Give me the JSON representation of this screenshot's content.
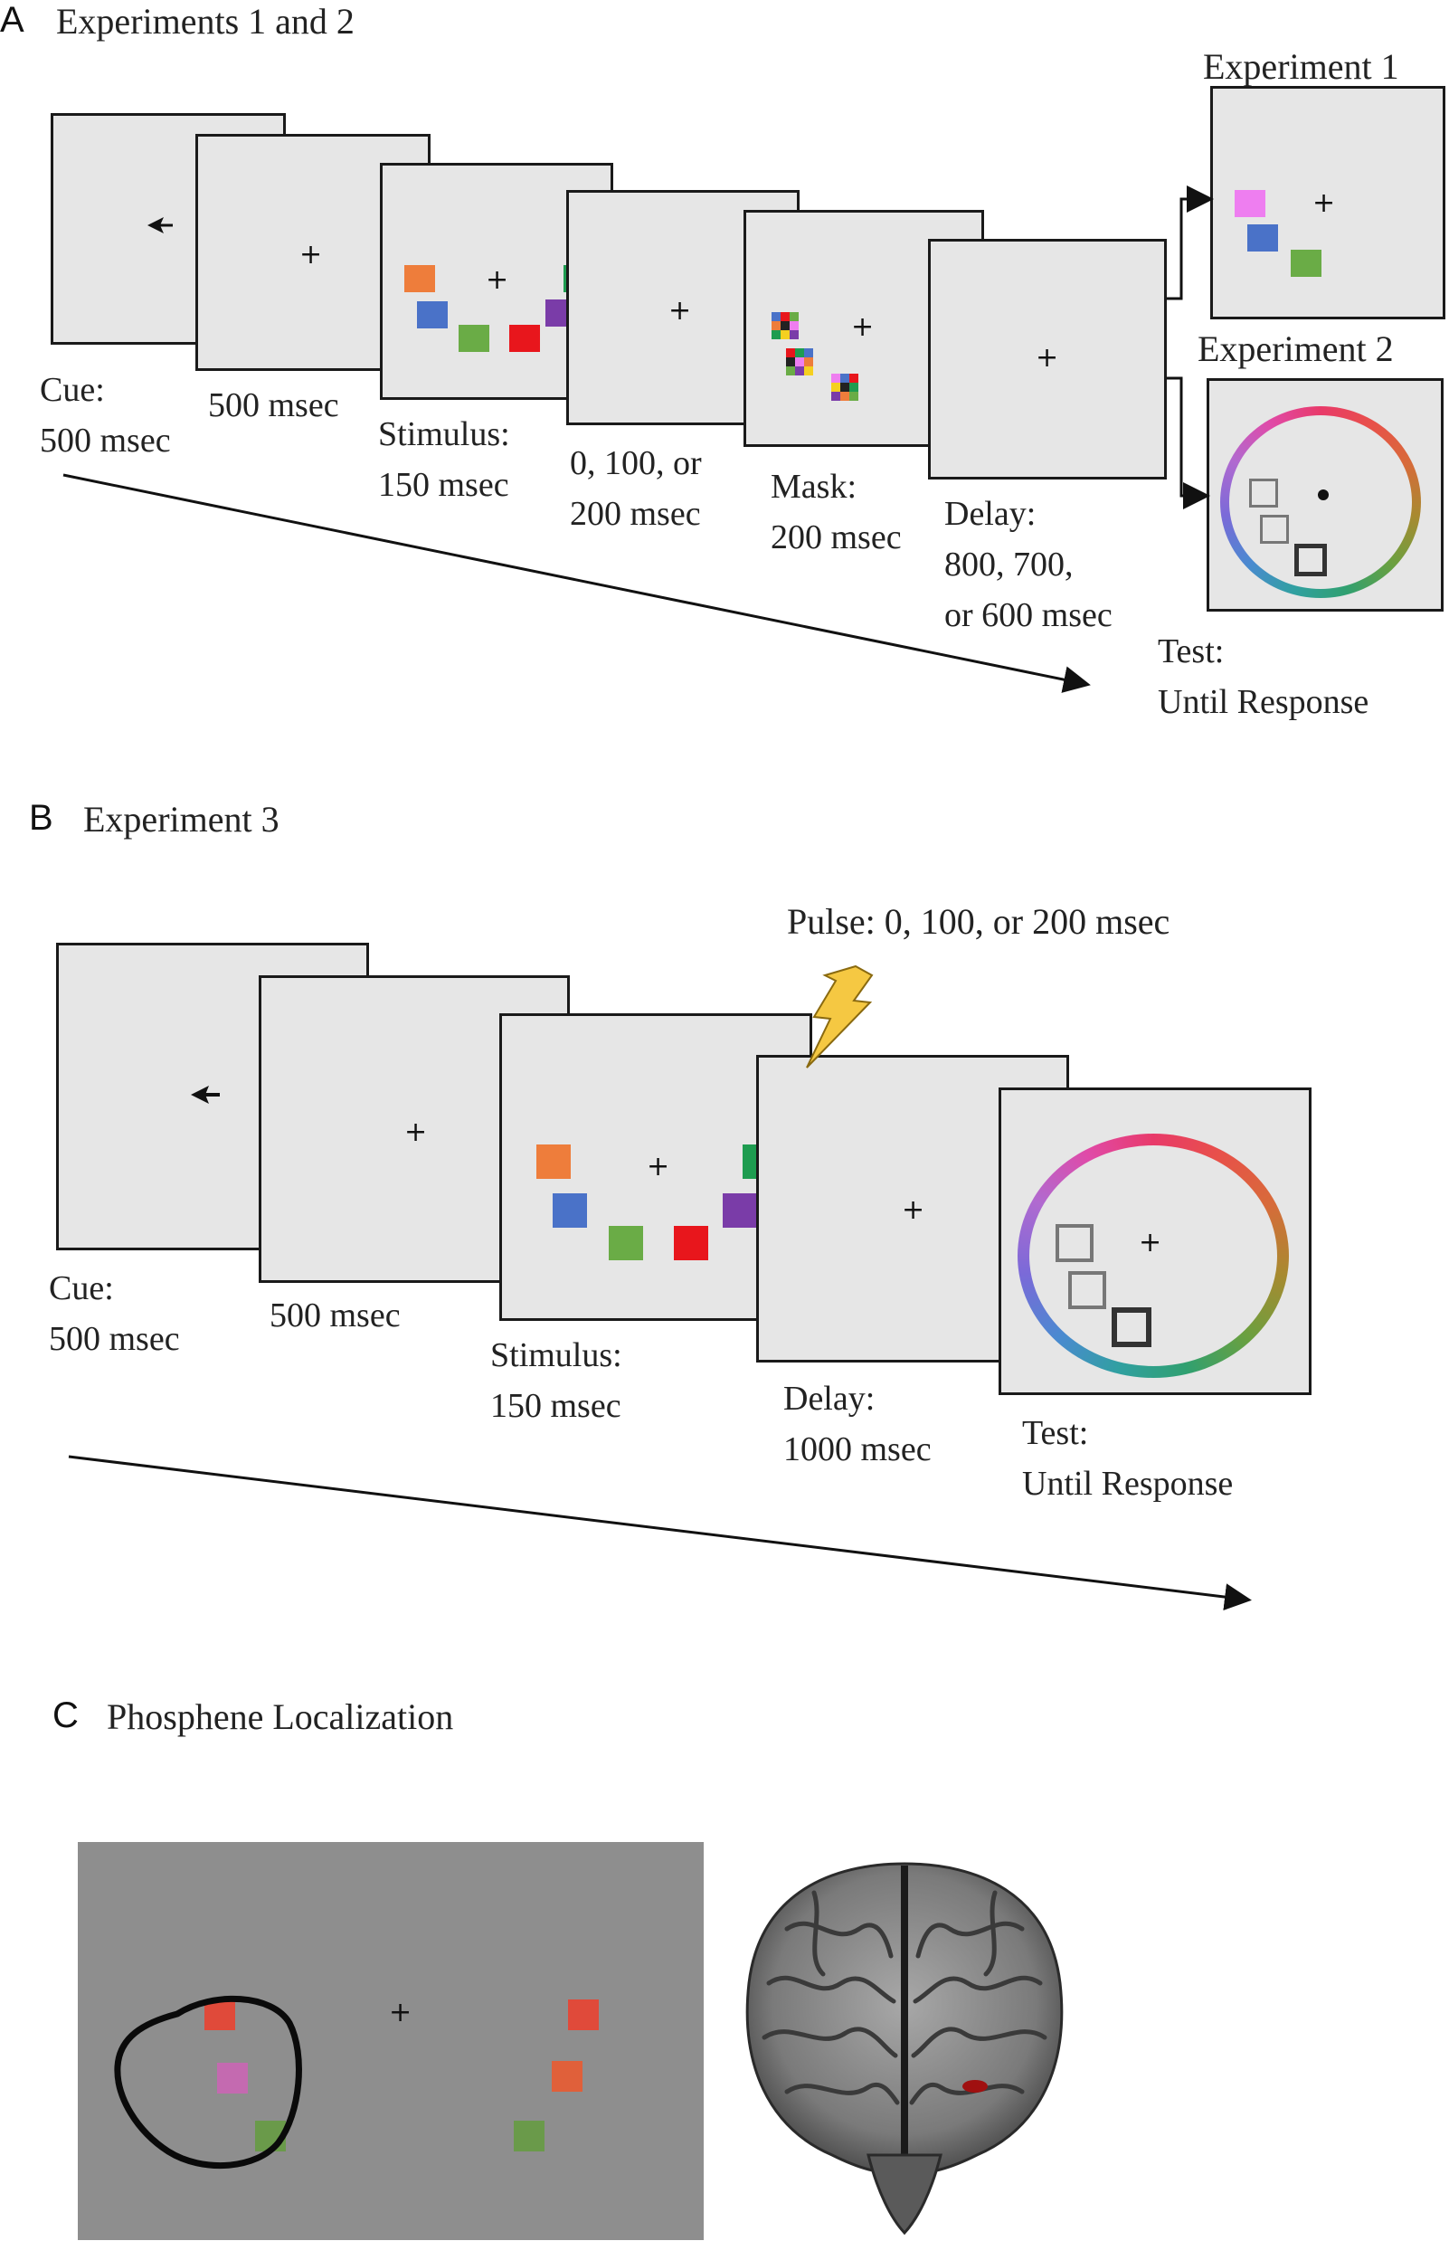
{
  "panel_a": {
    "letter": "A",
    "title": "Experiments 1 and 2",
    "experiment1_label": "Experiment 1",
    "experiment2_label": "Experiment 2",
    "cue_label": "Cue:\n500 msec",
    "blank_label": "500 msec",
    "stimulus_label": "Stimulus:\n150 msec",
    "soa_label": "0, 100, or\n200 msec",
    "mask_label": "Mask:\n200 msec",
    "delay_label": "Delay:\n800, 700,\nor 600 msec",
    "test_label": "Test:\nUntil Response"
  },
  "panel_b": {
    "letter": "B",
    "title": "Experiment 3",
    "pulse_label": "Pulse: 0, 100, or 200 msec",
    "cue_label": "Cue:\n500 msec",
    "blank_label": "500 msec",
    "stimulus_label": "Stimulus:\n150 msec",
    "delay_label": "Delay:\n1000 msec",
    "test_label": "Test:\nUntil Response"
  },
  "panel_c": {
    "letter": "C",
    "title": "Phosphene Localization"
  },
  "icons": {
    "fixation": "+",
    "cue": "arrow-left-icon",
    "pulse": "lightning-bolt-icon",
    "time": "time-arrow-icon",
    "brain": "brain-icon"
  },
  "colors": {
    "screen_gray": "#e6e6e6",
    "orange": "#ee7d3b",
    "blue": "#4a72c8",
    "green": "#6aac46",
    "red": "#e8161c",
    "purple": "#7a3ca8",
    "teal_green": "#1e9c50",
    "pink": "#ee7ef0",
    "lightning": "#f5c842",
    "phosphene_bg": "#8e8e8e",
    "lesion_red": "#a01010"
  }
}
